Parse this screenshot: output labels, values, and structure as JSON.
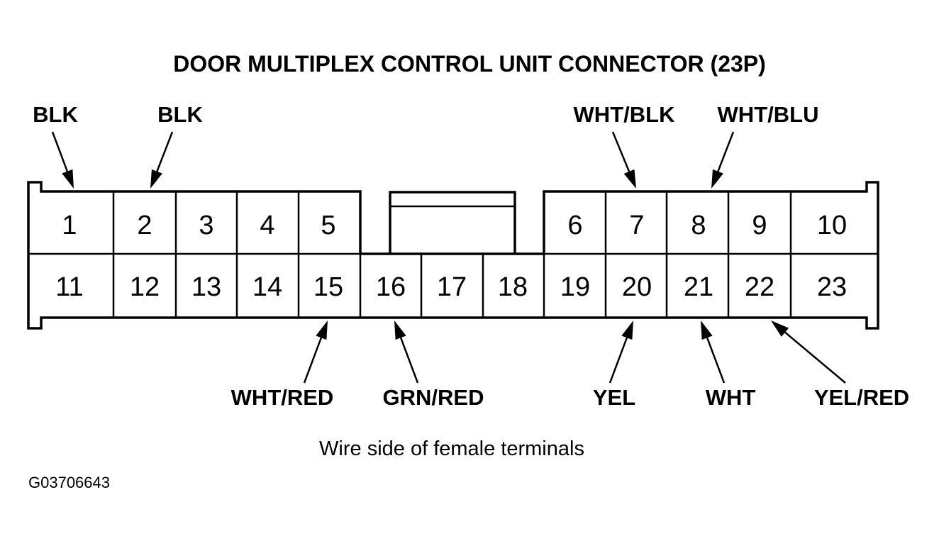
{
  "title": "DOOR MULTIPLEX CONTROL UNIT CONNECTOR (23P)",
  "caption": "Wire side of female terminals",
  "figure_id": "G03706643",
  "connector": {
    "top_row": [
      "1",
      "2",
      "3",
      "4",
      "5",
      "6",
      "7",
      "8",
      "9",
      "10"
    ],
    "bottom_row": [
      "11",
      "12",
      "13",
      "14",
      "15",
      "16",
      "17",
      "18",
      "19",
      "20",
      "21",
      "22",
      "23"
    ]
  },
  "wire_labels": [
    {
      "terminal": "1",
      "color": "BLK"
    },
    {
      "terminal": "2",
      "color": "BLK"
    },
    {
      "terminal": "7",
      "color": "WHT/BLK"
    },
    {
      "terminal": "8",
      "color": "WHT/BLU"
    },
    {
      "terminal": "15",
      "color": "WHT/RED"
    },
    {
      "terminal": "16",
      "color": "GRN/RED"
    },
    {
      "terminal": "20",
      "color": "YEL"
    },
    {
      "terminal": "21",
      "color": "WHT"
    },
    {
      "terminal": "22",
      "color": "YEL/RED"
    }
  ]
}
